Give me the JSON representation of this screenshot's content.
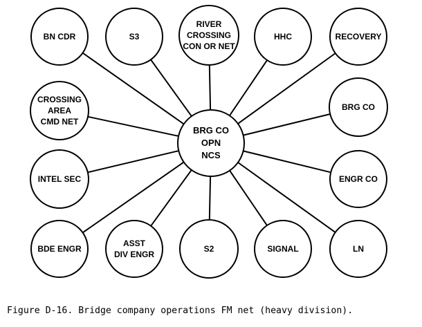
{
  "diagram": {
    "center": {
      "id": "center",
      "lines": [
        "BRG CO",
        "OPN",
        "NCS"
      ]
    },
    "nodes": [
      {
        "id": "bn-cdr",
        "lines": [
          "BN CDR"
        ]
      },
      {
        "id": "s3",
        "lines": [
          "S3"
        ]
      },
      {
        "id": "river-crossing",
        "lines": [
          "RIVER",
          "CROSSING",
          "CON OR NET"
        ]
      },
      {
        "id": "hhc",
        "lines": [
          "HHC"
        ]
      },
      {
        "id": "recovery",
        "lines": [
          "RECOVERY"
        ]
      },
      {
        "id": "crossing-area",
        "lines": [
          "CROSSING",
          "AREA",
          "CMD NET"
        ]
      },
      {
        "id": "brg-co",
        "lines": [
          "BRG CO"
        ]
      },
      {
        "id": "intel-sec",
        "lines": [
          "INTEL SEC"
        ]
      },
      {
        "id": "engr-co",
        "lines": [
          "ENGR CO"
        ]
      },
      {
        "id": "bde-engr",
        "lines": [
          "BDE ENGR"
        ]
      },
      {
        "id": "asst-div-engr",
        "lines": [
          "ASST",
          "DIV ENGR"
        ]
      },
      {
        "id": "s2",
        "lines": [
          "S2"
        ]
      },
      {
        "id": "signal",
        "lines": [
          "SIGNAL"
        ]
      },
      {
        "id": "ln",
        "lines": [
          "LN"
        ]
      }
    ]
  },
  "caption": "Figure D-16. Bridge company operations FM net (heavy division)."
}
